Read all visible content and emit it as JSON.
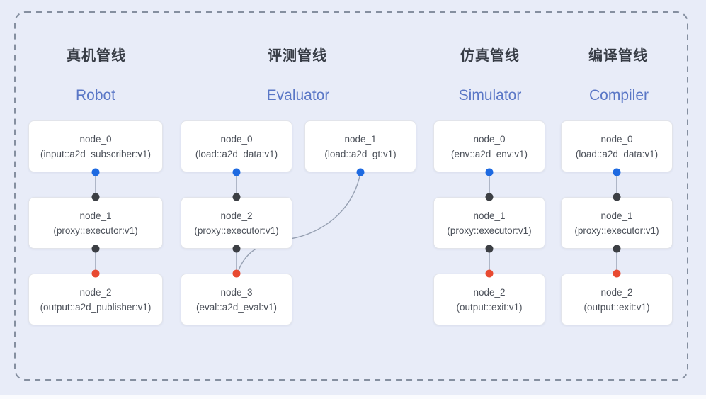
{
  "diagram": {
    "pipelines": [
      {
        "title_zh": "真机管线",
        "title_en": "Robot",
        "nodes": [
          {
            "name": "node_0",
            "type": "(input::a2d_subscriber:v1)"
          },
          {
            "name": "node_1",
            "type": "(proxy::executor:v1)"
          },
          {
            "name": "node_2",
            "type": "(output::a2d_publisher:v1)"
          }
        ]
      },
      {
        "title_zh": "评测管线",
        "title_en": "Evaluator",
        "nodes": [
          {
            "name": "node_0",
            "type": "(load::a2d_data:v1)"
          },
          {
            "name": "node_1",
            "type": "(load::a2d_gt:v1)"
          },
          {
            "name": "node_2",
            "type": "(proxy::executor:v1)"
          },
          {
            "name": "node_3",
            "type": "(eval::a2d_eval:v1)"
          }
        ]
      },
      {
        "title_zh": "仿真管线",
        "title_en": "Simulator",
        "nodes": [
          {
            "name": "node_0",
            "type": "(env::a2d_env:v1)"
          },
          {
            "name": "node_1",
            "type": "(proxy::executor:v1)"
          },
          {
            "name": "node_2",
            "type": "(output::exit:v1)"
          }
        ]
      },
      {
        "title_zh": "编译管线",
        "title_en": "Compiler",
        "nodes": [
          {
            "name": "node_0",
            "type": "(load::a2d_data:v1)"
          },
          {
            "name": "node_1",
            "type": "(proxy::executor:v1)"
          },
          {
            "name": "node_2",
            "type": "(output::exit:v1)"
          }
        ]
      }
    ],
    "colors": {
      "background": "#e8ecf8",
      "port_source_blue": "#1e6ae1",
      "port_mid_dark": "#3c3f44",
      "port_sink_red": "#e84a31",
      "edge_line": "#96a0b2",
      "dashed_border": "#858fa0",
      "title_en_blue": "#5a77c6",
      "title_zh_dark": "#383d46"
    }
  }
}
